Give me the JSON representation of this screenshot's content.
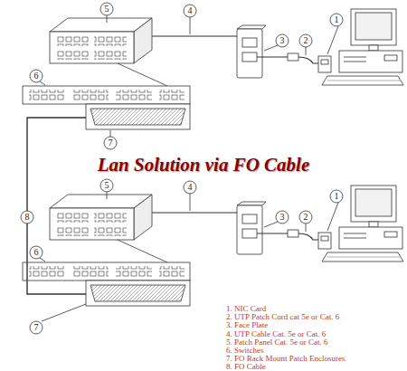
{
  "diagram": {
    "title": "Lan Solution via FO Cable",
    "labels": [
      "5",
      "4",
      "3",
      "2",
      "1",
      "6",
      "7",
      "8",
      "5",
      "4",
      "3",
      "2",
      "1",
      "6",
      "7",
      "1. NIC Card",
      "2. UTP Patch Cord cat 5e or Cat. 6",
      "3. Face Plate",
      "4. UTP Cable Cat. 5e or Cat. 6",
      "5. Patch Panel Cat. 5e or Cat. 6",
      "6. Switches",
      "7. FO Rack Mount Patch Enclosures",
      "8. FO Cable"
    ]
  }
}
